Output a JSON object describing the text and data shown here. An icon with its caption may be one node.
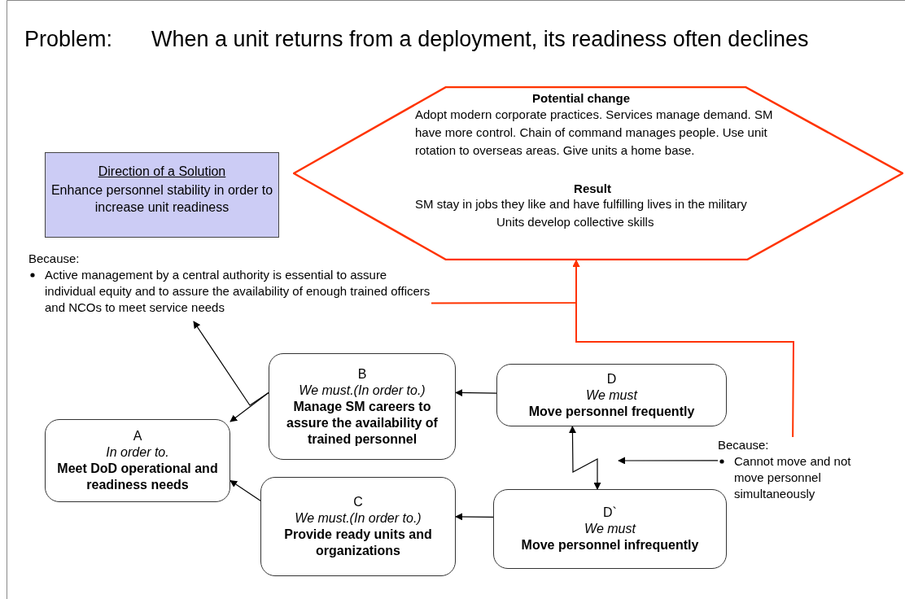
{
  "diagram": {
    "title": "When a unit returns from a deployment, its readiness often declines",
    "nodes": [
      {
        "text": [
          "Potential change",
          "Adopt modern corporate practices. Services manage demand. SM have more control. Chain of command manages people. Use unit rotation to overseas areas. Give units a home base.",
          "Result",
          "SM stay in jobs they like and have fulfilling lives in the military",
          "Units develop collective skills"
        ]
      },
      {
        "text": [
          "Direction of a Solution",
          "Enhance personnel stability in order to increase unit readiness"
        ]
      },
      {
        "text": [
          "Because:",
          "Active management by a central authority is essential to assure individual equity and to assure the availability of enough trained officers and NCOs to meet service needs"
        ]
      },
      {
        "text": [
          "A",
          "In order to.",
          "Meet DoD operational and readiness needs"
        ]
      },
      {
        "text": [
          "B",
          "We must.(In order to.)",
          "Manage SM careers to assure the availability of trained personnel"
        ]
      },
      {
        "text": [
          "C",
          "We must.(In order to.)",
          "Provide ready units and organizations"
        ]
      },
      {
        "text": [
          "D",
          "We must",
          "Move personnel frequently"
        ]
      },
      {
        "text": [
          "D`",
          "We must",
          "Move personnel infrequently"
        ]
      },
      {
        "text": [
          "Because:",
          "Cannot move and not move personnel simultaneously"
        ]
      }
    ],
    "edges": [
      {
        "from": 4,
        "to": 3,
        "arrow": "to"
      },
      {
        "from": 4,
        "to": 2,
        "arrow": "to"
      },
      {
        "from": 5,
        "to": 3,
        "arrow": "to"
      },
      {
        "from": 6,
        "to": 4,
        "arrow": "to"
      },
      {
        "from": 7,
        "to": 5,
        "arrow": "to"
      },
      {
        "from": 7,
        "to": 6,
        "arrow": "both"
      },
      {
        "from": 8,
        "to": null,
        "arrow": "to"
      },
      {
        "from": 2,
        "to": 0,
        "arrow": "to",
        "color": "#ff3300"
      },
      {
        "from": 8,
        "to": 0,
        "arrow": "to",
        "color": "#ff3300"
      }
    ],
    "labels": [
      "Problem:"
    ]
  }
}
